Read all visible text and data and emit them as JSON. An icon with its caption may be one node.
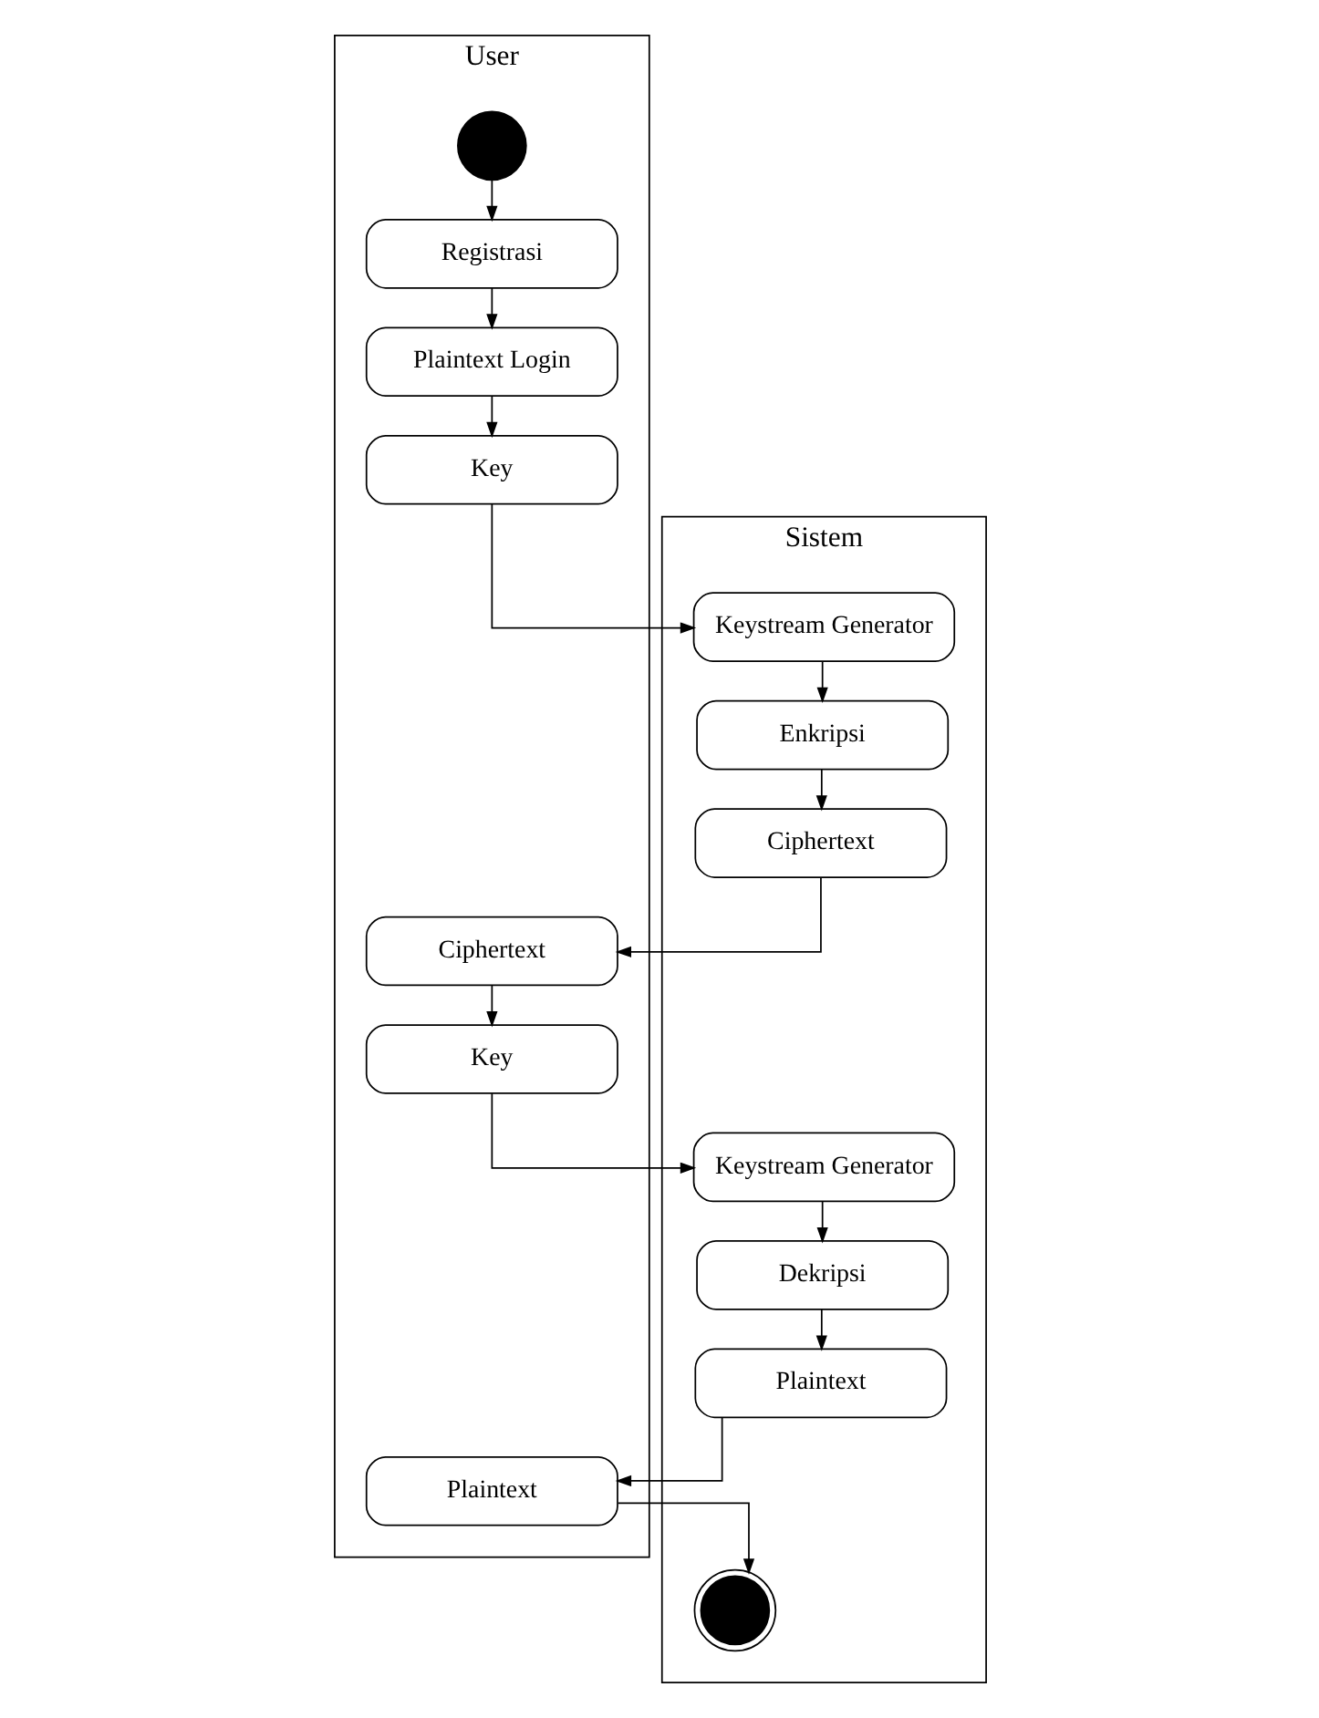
{
  "diagram": {
    "nodes": [
      {
        "text": [
          "User"
        ]
      },
      {
        "text": [],
        "shape": "circle",
        "in": 0
      },
      {
        "text": [
          "Registrasi"
        ],
        "in": 0
      },
      {
        "text": [
          "Plaintext Login"
        ],
        "in": 0
      },
      {
        "text": [
          "Key"
        ],
        "in": 0
      },
      {
        "text": [
          "Ciphertext"
        ],
        "in": 0
      },
      {
        "text": [
          "Key"
        ],
        "in": 0
      },
      {
        "text": [
          "Plaintext"
        ],
        "in": 0
      },
      {
        "text": [
          "Sistem"
        ]
      },
      {
        "text": [
          "Keystream Generator"
        ],
        "in": 8
      },
      {
        "text": [
          "Enkripsi"
        ],
        "in": 8
      },
      {
        "text": [
          "Ciphertext"
        ],
        "in": 8
      },
      {
        "text": [
          "Keystream Generator"
        ],
        "in": 8
      },
      {
        "text": [
          "Dekripsi"
        ],
        "in": 8
      },
      {
        "text": [
          "Plaintext"
        ],
        "in": 8
      },
      {
        "text": [],
        "shape": "circle",
        "in": 8
      }
    ],
    "edges": [
      {
        "from": 1,
        "to": 2,
        "arrow": "to"
      },
      {
        "from": 2,
        "to": 3,
        "arrow": "to"
      },
      {
        "from": 3,
        "to": 4,
        "arrow": "to"
      },
      {
        "from": 4,
        "to": 9,
        "arrow": "to"
      },
      {
        "from": 9,
        "to": 10,
        "arrow": "to"
      },
      {
        "from": 10,
        "to": 11,
        "arrow": "to"
      },
      {
        "from": 11,
        "to": 5,
        "arrow": "to"
      },
      {
        "from": 5,
        "to": 6,
        "arrow": "to"
      },
      {
        "from": 6,
        "to": 12,
        "arrow": "to"
      },
      {
        "from": 12,
        "to": 13,
        "arrow": "to"
      },
      {
        "from": 13,
        "to": 14,
        "arrow": "to"
      },
      {
        "from": 14,
        "to": 7,
        "arrow": "to"
      },
      {
        "from": 7,
        "to": 15,
        "arrow": "to"
      }
    ]
  }
}
